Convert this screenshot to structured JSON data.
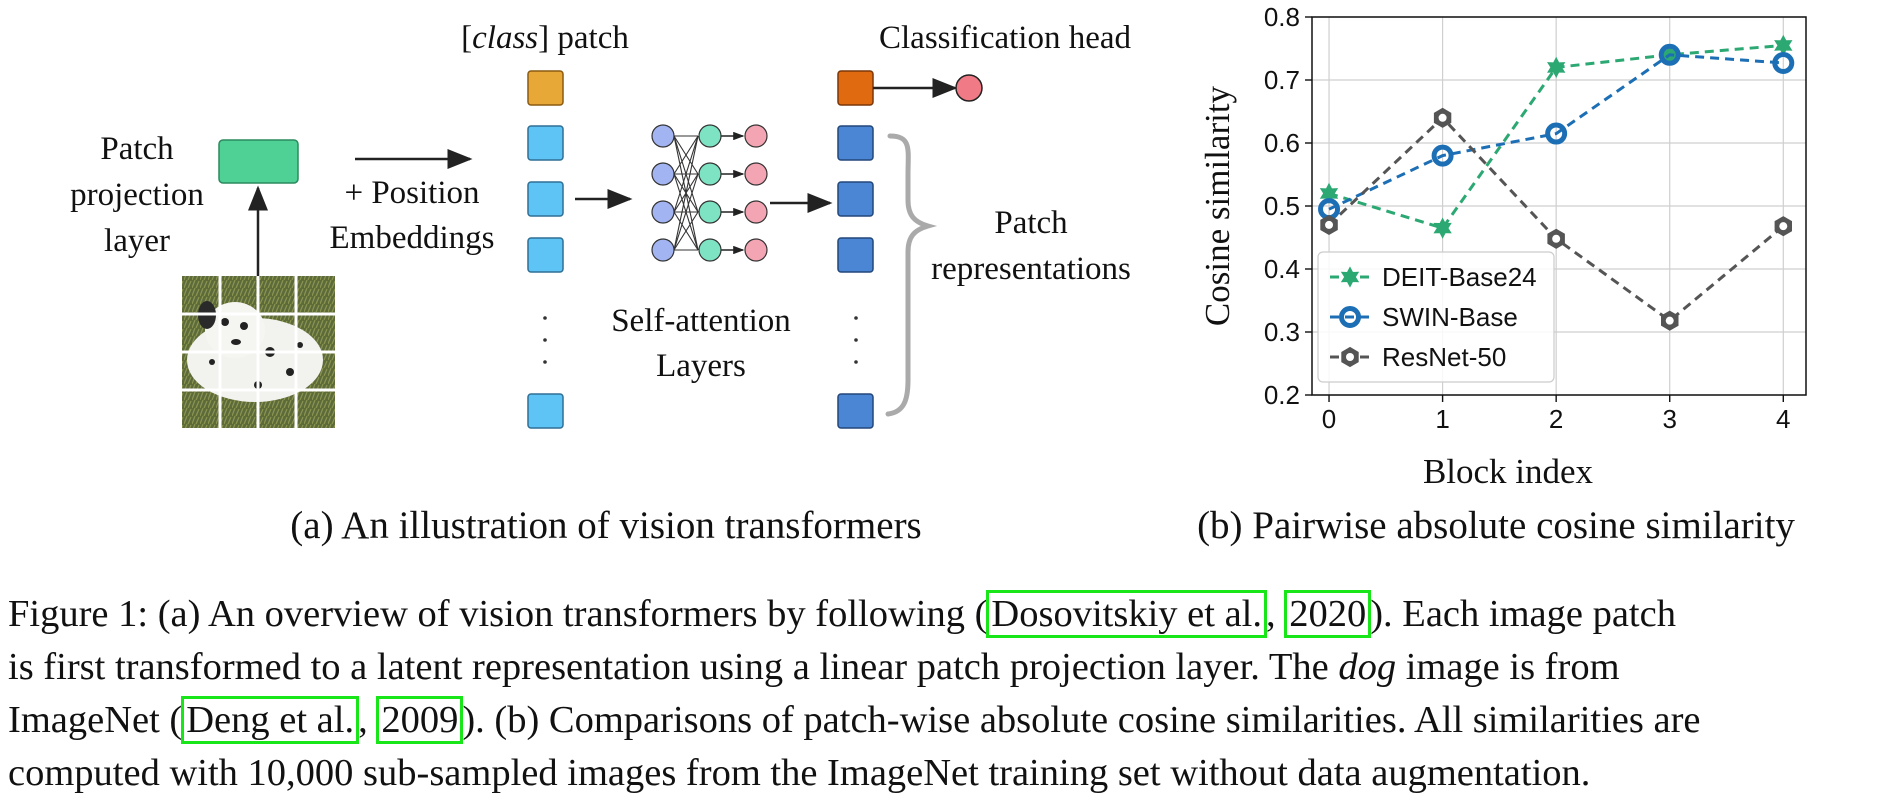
{
  "diagram": {
    "patch_projection_label": [
      "Patch",
      "projection",
      "layer"
    ],
    "position_embeddings_label": [
      "+ Position",
      "Embeddings"
    ],
    "class_patch_label_italic": "class",
    "class_patch_label_rest": "] patch",
    "class_patch_label_open": "[",
    "classification_head_label": "Classification head",
    "self_attention_label": [
      "Self-attention",
      "Layers"
    ],
    "patch_representations_label": [
      "Patch",
      "representations"
    ],
    "dots": "·\n·\n·"
  },
  "subcaptions": {
    "a": "(a) An illustration of vision transformers",
    "b": "(b) Pairwise absolute cosine similarity"
  },
  "caption": {
    "line1_a": "Figure 1: (a) An overview of vision transformers by following (",
    "line1_cite1": "Dosovitskiy et al.",
    "line1_sep": ", ",
    "line1_cite2": "2020",
    "line1_b": "). Each image patch",
    "line2": "is first transformed to a latent representation using a linear patch projection layer. The ",
    "line2_italic": "dog",
    "line2_b": " image is from",
    "line3_a": "ImageNet (",
    "line3_cite1": "Deng et al.",
    "line3_sep": ", ",
    "line3_cite2": "2009",
    "line3_b": "). (b) Comparisons of patch-wise absolute cosine similarities. All similarities are",
    "line4": "computed with 10,000 sub-sampled images from the ImageNet training set without data augmentation."
  },
  "colors": {
    "class_token": "#e8a838",
    "patch_token": "#5ec4f5",
    "proj_layer": "#4fd196",
    "rep_token": "#4a86d4",
    "head_token": "#e06a10",
    "head_output": "#f07a85",
    "sa_layer1": "#a3b4f2",
    "sa_layer2": "#7ee3c3",
    "sa_layer3": "#f3a5b3",
    "citation_box": "#19e619"
  },
  "chart_data": {
    "type": "line",
    "title": "",
    "xlabel": "Block index",
    "ylabel": "Cosine similarity",
    "x": [
      0,
      1,
      2,
      3,
      4
    ],
    "xlim": [
      -0.15,
      4.2
    ],
    "ylim": [
      0.2,
      0.8
    ],
    "yticks": [
      0.2,
      0.3,
      0.4,
      0.5,
      0.6,
      0.7,
      0.8
    ],
    "xticks": [
      0,
      1,
      2,
      3,
      4
    ],
    "grid": true,
    "legend_position": "bottom-left",
    "series": [
      {
        "name": "DEIT-Base24",
        "values": [
          0.52,
          0.465,
          0.72,
          0.74,
          0.755
        ],
        "color": "#2ca873",
        "marker": "star"
      },
      {
        "name": "SWIN-Base",
        "values": [
          0.495,
          0.58,
          0.615,
          0.74,
          0.727
        ],
        "color": "#1c6fb5",
        "marker": "ring"
      },
      {
        "name": "ResNet-50",
        "values": [
          0.47,
          0.64,
          0.448,
          0.318,
          0.468
        ],
        "color": "#555555",
        "marker": "hexagon"
      }
    ]
  }
}
